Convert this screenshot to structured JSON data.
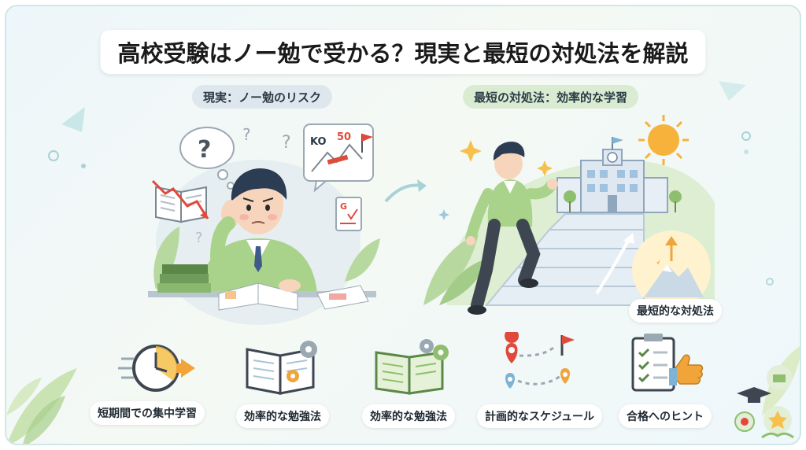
{
  "title": "高校受験はノー勉で受かる？現実と最短の対処法を解説",
  "left_section": {
    "label": "現実：ノー勉のリスク"
  },
  "right_section": {
    "label": "最短の対処法：効率的な学習",
    "badge": "最短的な対処法"
  },
  "left_illustration": {
    "test_letters": "KO",
    "test_score": "50",
    "paper_letter": "G"
  },
  "bottom_items": [
    {
      "label": "短期間での集中学習",
      "icon": "clock-arrow-icon"
    },
    {
      "label": "効率的な勉強法",
      "icon": "book-gears-icon"
    },
    {
      "label": "効率的な勉強法",
      "icon": "book-gears-icon"
    },
    {
      "label": "計画的なスケジュール",
      "icon": "route-map-icon"
    },
    {
      "label": "合格へのヒント",
      "icon": "checklist-thumbsup-icon"
    }
  ],
  "colors": {
    "accent_green": "#9ccc7a",
    "accent_blue": "#7fb3d5",
    "orange": "#f0a43a",
    "red": "#e04a3c"
  }
}
